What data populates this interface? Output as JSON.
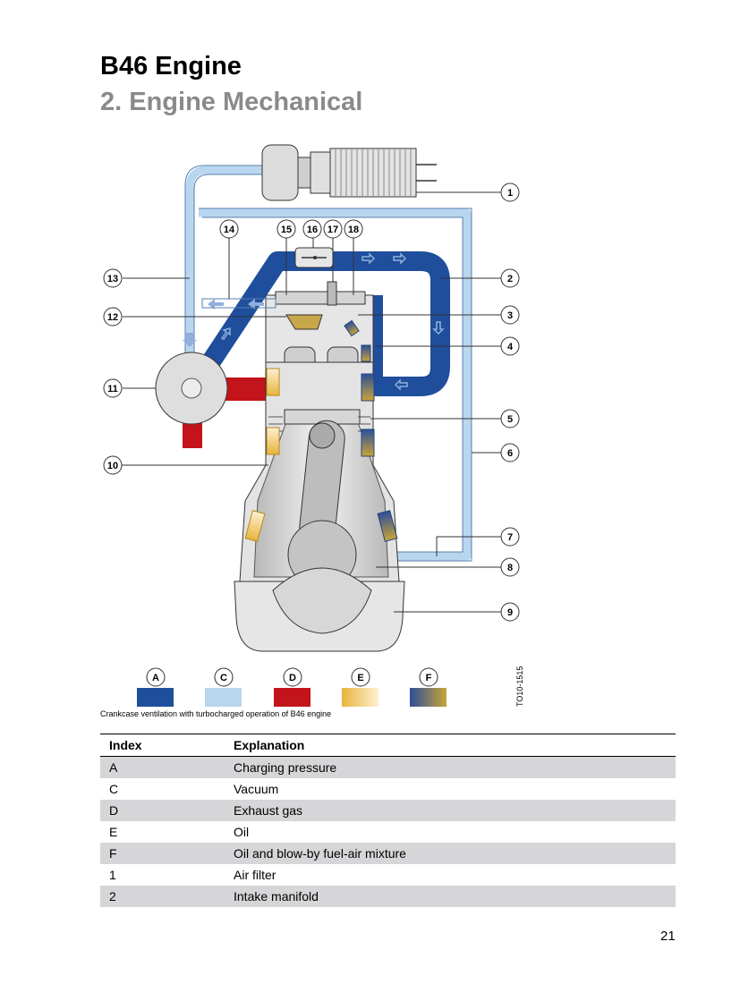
{
  "header": {
    "title": "B46 Engine",
    "subtitle": "2. Engine Mechanical"
  },
  "figure": {
    "caption": "Crankcase ventilation with turbocharged operation of B46 engine",
    "figure_id": "TO10-1515",
    "callouts": [
      "1",
      "2",
      "3",
      "4",
      "5",
      "6",
      "7",
      "8",
      "9",
      "10",
      "11",
      "12",
      "13",
      "14",
      "15",
      "16",
      "17",
      "18"
    ],
    "legend_keys": [
      {
        "key": "A",
        "color": "#1f4e9c"
      },
      {
        "key": "C",
        "color": "#b9d6ef"
      },
      {
        "key": "D",
        "color": "#c4141b"
      },
      {
        "key": "E",
        "color": "#f0c25a"
      },
      {
        "key": "F",
        "color": "#3a5a9a"
      }
    ]
  },
  "table": {
    "headers": [
      "Index",
      "Explanation"
    ],
    "rows": [
      {
        "index": "A",
        "explanation": "Charging pressure"
      },
      {
        "index": "C",
        "explanation": "Vacuum"
      },
      {
        "index": "D",
        "explanation": "Exhaust gas"
      },
      {
        "index": "E",
        "explanation": "Oil"
      },
      {
        "index": "F",
        "explanation": "Oil and blow-by fuel-air mixture"
      },
      {
        "index": "1",
        "explanation": "Air filter"
      },
      {
        "index": "2",
        "explanation": "Intake manifold"
      }
    ]
  },
  "footer": {
    "page_number": "21"
  }
}
